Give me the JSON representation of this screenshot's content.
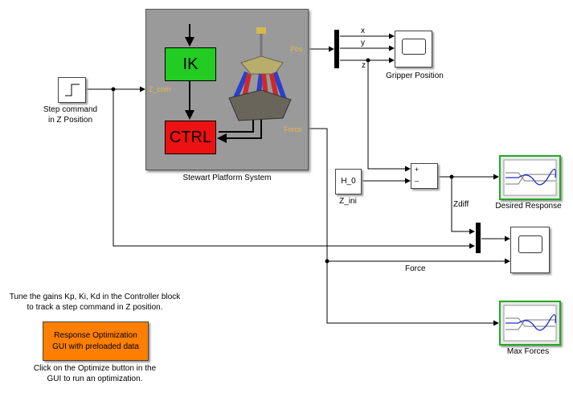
{
  "subsystem": {
    "ik_label": "IK",
    "ctrl_label": "CTRL",
    "port_in": "Z_com",
    "port_pos": "Pos",
    "port_force": "Force",
    "caption": "Stewart Platform System",
    "bg_color": "#9a9a9a",
    "ik_color": "#22cc22",
    "ctrl_color": "#ee1111"
  },
  "step_block": {
    "caption_line1": "Step command",
    "caption_line2": "in Z Position"
  },
  "mux_labels": {
    "x": "x",
    "y": "y",
    "z": "z"
  },
  "gripper_scope": {
    "caption": "Gripper Position"
  },
  "h0_block": {
    "text": "H_0",
    "caption": "Z_ini"
  },
  "sum_block": {
    "plus": "+",
    "minus": "–"
  },
  "signals": {
    "zdiff": "Zdiff",
    "force": "Force"
  },
  "desired_response": {
    "caption": "Desired Response",
    "border_color": "#22aa22"
  },
  "max_forces": {
    "caption": "Max Forces",
    "border_color": "#22aa22"
  },
  "notes": {
    "line1": "Tune the gains Kp, Ki, Kd in the Controller block",
    "line2": "to track a step command in Z position.",
    "bottom_line1": "Click on the Optimize button in the",
    "bottom_line2": "GUI to run an optimization."
  },
  "optimization_button": {
    "line1": "Response Optimization",
    "line2": "GUI with preloaded data",
    "color": "#ff7f00"
  }
}
